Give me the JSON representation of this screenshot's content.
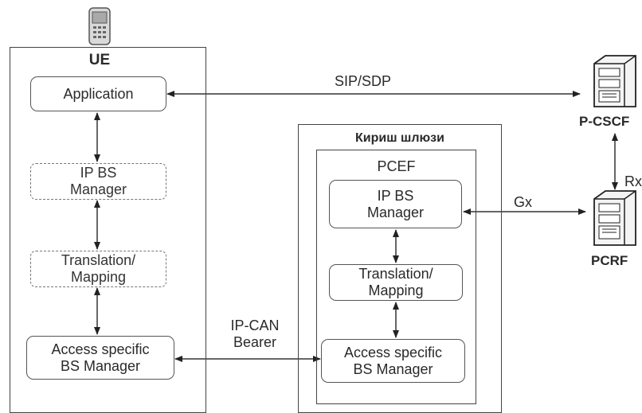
{
  "ue": {
    "label": "UE",
    "application": "Application",
    "ip_bs_manager": "IP BS\nManager",
    "translation": "Translation/\nMapping",
    "access_bs_manager": "Access specific\nBS Manager"
  },
  "gateway": {
    "title": "Кириш шлюзи",
    "pcef_label": "PCEF",
    "ip_bs_manager": "IP BS\nManager",
    "translation": "Translation/\nMapping",
    "access_bs_manager": "Access specific\nBS Manager"
  },
  "links": {
    "sip_sdp": "SIP/SDP",
    "gx": "Gx",
    "rx": "Rx",
    "ip_can_bearer": "IP-CAN\nBearer"
  },
  "nodes": {
    "p_cscf": "P-CSCF",
    "pcrf": "PCRF"
  },
  "icons": [
    "phone-icon",
    "p-cscf-server-icon",
    "pcrf-server-icon"
  ]
}
